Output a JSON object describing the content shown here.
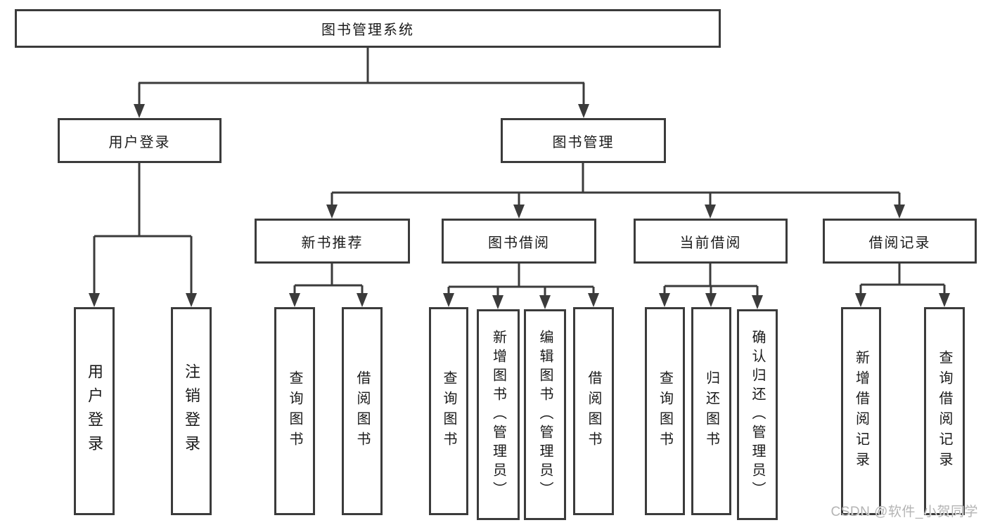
{
  "nodes": {
    "root": "图书管理系统",
    "user_login": "用户登录",
    "book_management": "图书管理",
    "new_book_recommend": "新书推荐",
    "book_borrow": "图书借阅",
    "current_borrow": "当前借阅",
    "borrow_records": "借阅记录",
    "leaf_user_login": "用户登录",
    "leaf_logout": "注销登录",
    "leaf_query_books_1": "查询图书",
    "leaf_borrow_books_1": "借阅图书",
    "leaf_query_books_2": "查询图书",
    "leaf_add_book_admin": "新增图书（管理员）",
    "leaf_edit_book_admin": "编辑图书（管理员）",
    "leaf_borrow_books_2": "借阅图书",
    "leaf_query_books_3": "查询图书",
    "leaf_return_book": "归还图书",
    "leaf_confirm_return_admin": "确认归还（管理员）",
    "leaf_add_borrow_record": "新增借阅记录",
    "leaf_query_borrow_record": "查询借阅记录"
  },
  "hierarchy": {
    "root": [
      "user_login",
      "book_management"
    ],
    "user_login": [
      "leaf_user_login",
      "leaf_logout"
    ],
    "book_management": [
      "new_book_recommend",
      "book_borrow",
      "current_borrow",
      "borrow_records"
    ],
    "new_book_recommend": [
      "leaf_query_books_1",
      "leaf_borrow_books_1"
    ],
    "book_borrow": [
      "leaf_query_books_2",
      "leaf_add_book_admin",
      "leaf_edit_book_admin",
      "leaf_borrow_books_2"
    ],
    "current_borrow": [
      "leaf_query_books_3",
      "leaf_return_book",
      "leaf_confirm_return_admin"
    ],
    "borrow_records": [
      "leaf_add_borrow_record",
      "leaf_query_borrow_record"
    ]
  },
  "watermark": "CSDN @软件_小贺同学",
  "colors": {
    "line": "#3b3b3b",
    "text": "#1a1a1a",
    "watermark": "#b4b4b4",
    "background": "#ffffff"
  }
}
